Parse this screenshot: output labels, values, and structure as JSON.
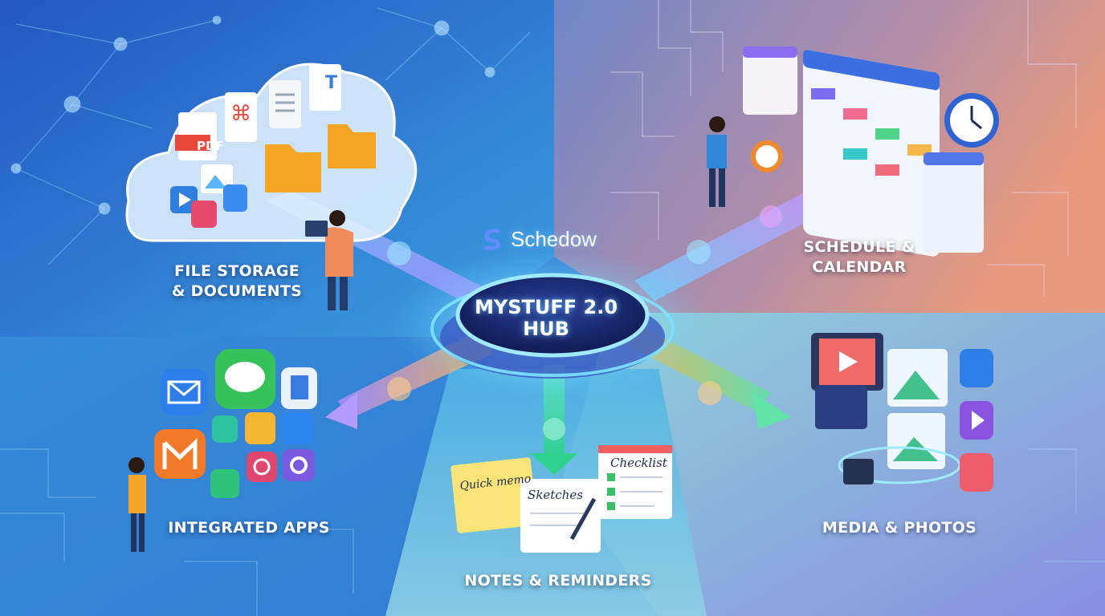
{
  "brand": {
    "name": "Schedow",
    "logo_icon": "schedow-logo-icon"
  },
  "hub": {
    "line1": "MYSTUFF 2.0",
    "line2": "HUB"
  },
  "sections": {
    "file_storage": {
      "line1": "FILE STORAGE",
      "line2": "& DOCUMENTS"
    },
    "schedule": {
      "line1": "SCHEDULE &",
      "line2": "CALENDAR"
    },
    "integrated_apps": {
      "label": "INTEGRATED APPS"
    },
    "media": {
      "label": "MEDIA & PHOTOS"
    },
    "notes": {
      "label": "NOTES & REMINDERS"
    }
  },
  "documents": {
    "pdf_label": "PDF",
    "text_doc_letter": "T"
  },
  "notes_cards": {
    "memo": "Quick memo",
    "sketches": "Sketches",
    "checklist": "Checklist"
  },
  "colors": {
    "accent": "#7ee3ff",
    "hub_ring": "#5ad1ff",
    "folder": "#f7a623",
    "pdf_red": "#e8483a",
    "calendar_blue": "#3b6fe0"
  },
  "icons": [
    "cloud-icon",
    "folder-icon",
    "pdf-icon",
    "calendar-icon",
    "clock-icon",
    "alarm-clock-icon",
    "mail-icon",
    "message-icon",
    "gmail-icon",
    "instagram-icon",
    "gear-icon",
    "video-icon",
    "photo-icon",
    "music-icon",
    "play-icon",
    "checklist-icon",
    "pencil-icon"
  ]
}
